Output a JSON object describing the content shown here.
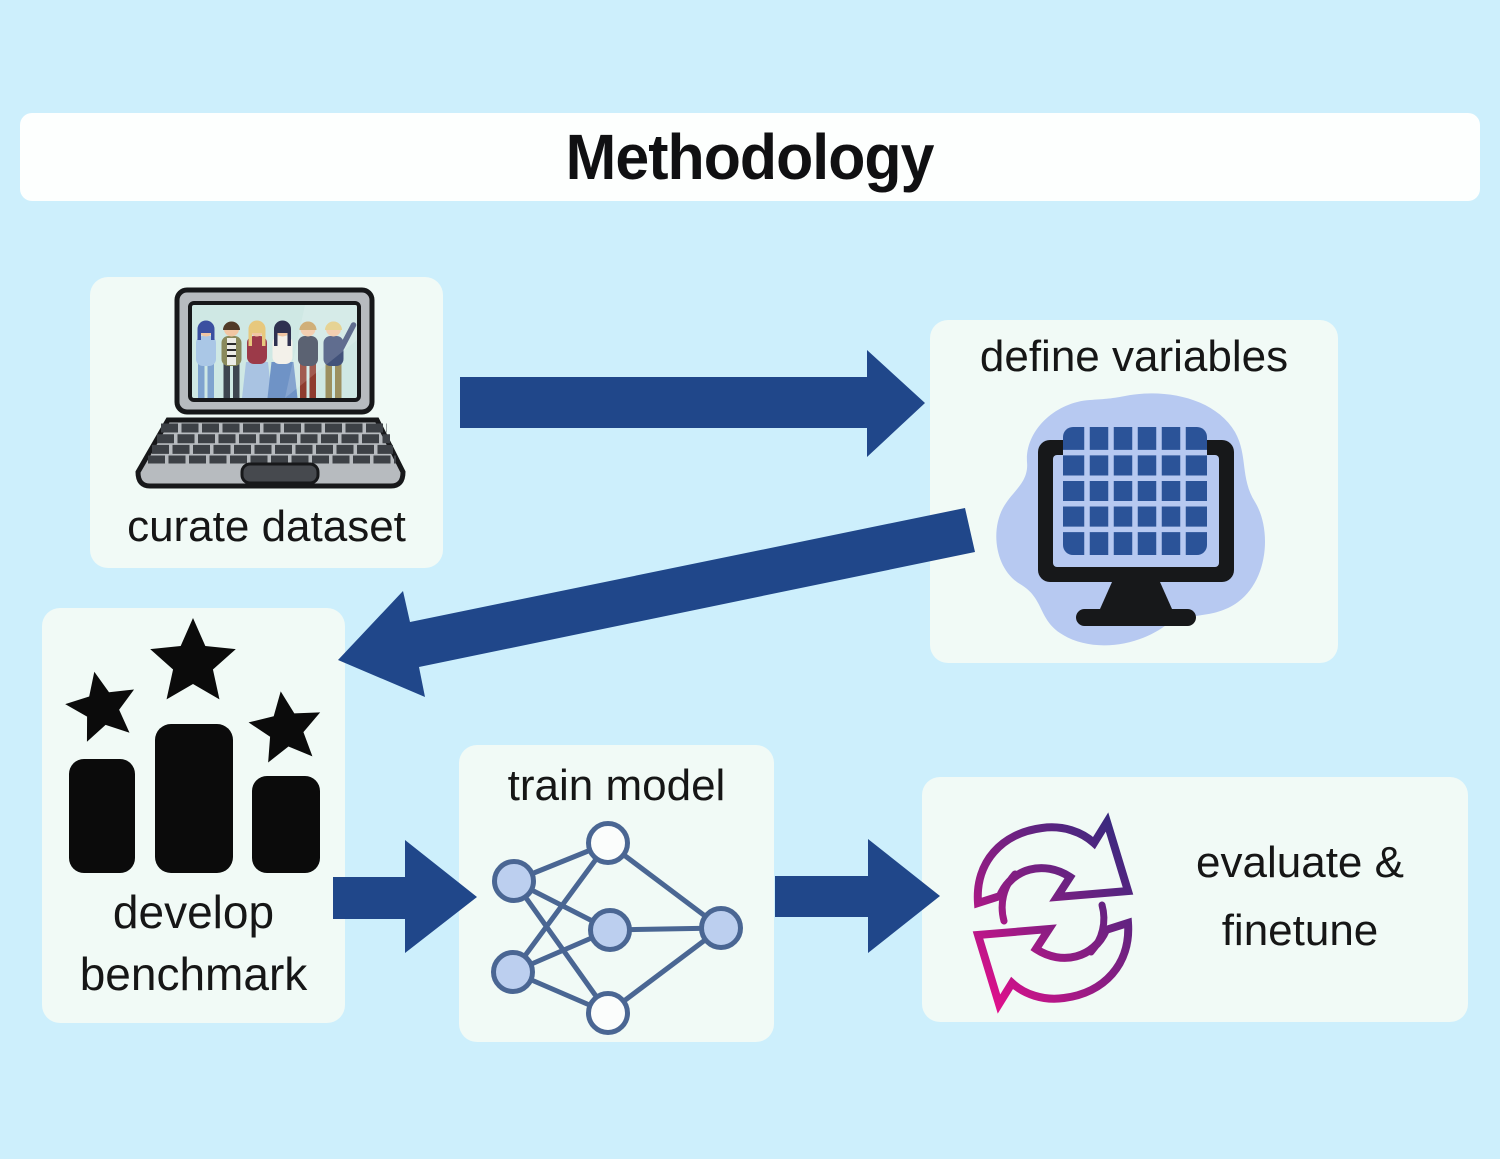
{
  "title": "Methodology",
  "cards": {
    "curate": {
      "label": "curate dataset"
    },
    "define": {
      "label": "define variables"
    },
    "benchmark": {
      "line1": "develop",
      "line2": "benchmark"
    },
    "train": {
      "label": "train model"
    },
    "evaluate": {
      "line1": "evaluate &",
      "line2": "finetune"
    }
  },
  "flow": [
    {
      "from": "curate dataset",
      "to": "define variables"
    },
    {
      "from": "define variables",
      "to": "develop benchmark"
    },
    {
      "from": "develop benchmark",
      "to": "train model"
    },
    {
      "from": "train model",
      "to": "evaluate & finetune"
    }
  ],
  "icons": {
    "curate": "laptop-group-photo-icon",
    "define": "spreadsheet-monitor-icon",
    "benchmark": "podium-stars-icon",
    "train": "neural-network-icon",
    "evaluate": "sync-arrows-icon"
  },
  "colors": {
    "bg": "#cdeffc",
    "panel": "#fdfffe",
    "card": "#f1faf6",
    "arrow": "#20478a",
    "ink": "#101012",
    "blob": "#b7c9f1",
    "grid-blue": "#2b5398",
    "node-fill": "#bccfef",
    "node-stroke": "#4a6693",
    "node-white": "#fbfdfc",
    "grad-pink": "#f50c8e",
    "grad-mid": "#8d1d83",
    "grad-indigo": "#312a7e",
    "laptop-gray": "#b7bbbf",
    "laptop-key": "#3d4146",
    "screen-teal": "#cfe8e4",
    "outline": "#17181a"
  }
}
